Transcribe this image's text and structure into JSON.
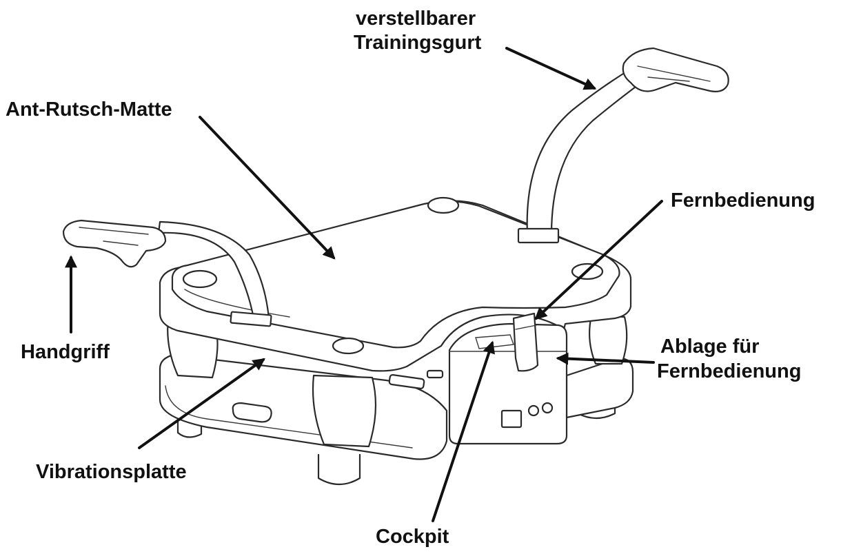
{
  "labels": {
    "trainingsgurt_line1": "verstellbarer",
    "trainingsgurt_line2": "Trainingsgurt",
    "matte": "Ant-Rutsch-Matte",
    "fernbedienung": "Fernbedienung",
    "handgriff": "Handgriff",
    "ablage_line1": "Ablage für",
    "ablage_line2": "Fernbedienung",
    "vibrationsplatte": "Vibrationsplatte",
    "cockpit": "Cockpit"
  }
}
